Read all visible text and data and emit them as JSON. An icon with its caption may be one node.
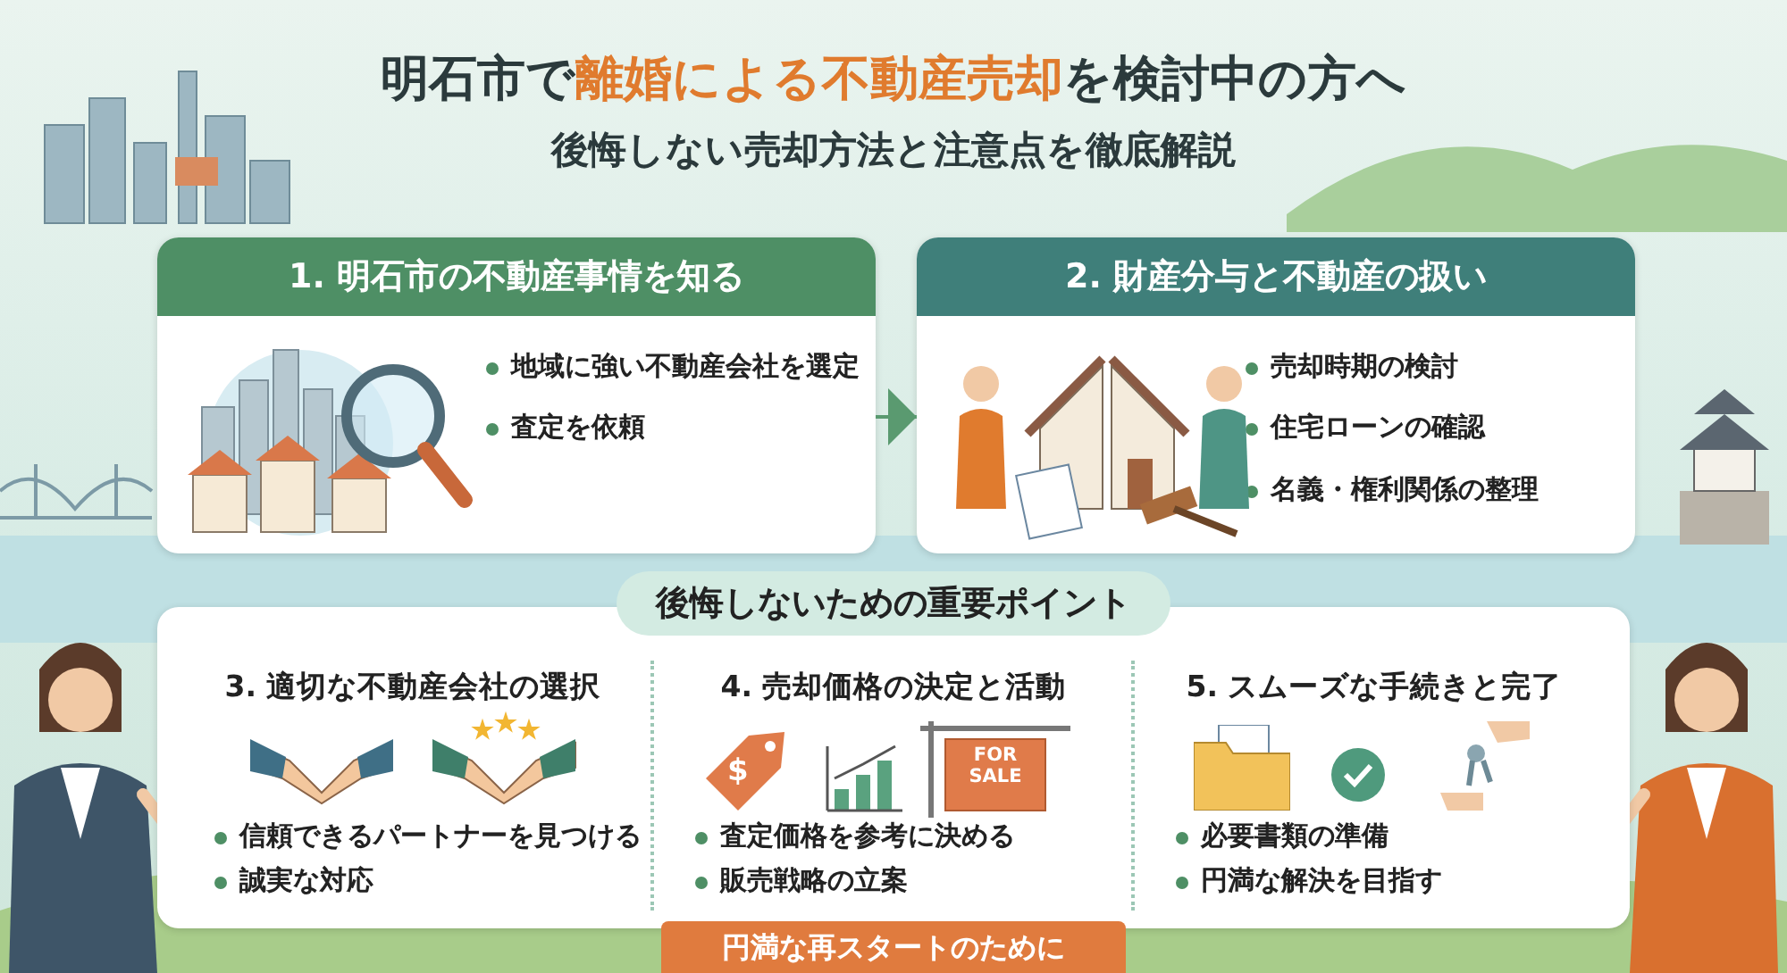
{
  "diagram": {
    "title": "明石市で**離婚による不動産売却**を検討中の方へ",
    "nodes": [
      {
        "text": [
          "1. 明石市の不動産事情を知る",
          "地域に強い不動産会社を選定",
          "査定を依頼"
        ]
      },
      {
        "text": [
          "2. 財産分与と不動産の扱い",
          "売却時期の検討",
          "住宅ローンの確認",
          "名義・権利関係の整理"
        ]
      },
      {
        "text": [
          "後悔しないための重要ポイント"
        ]
      },
      {
        "text": [
          "3. 適切な不動産会社の選択",
          "信頼できるパートナーを見つける",
          "誠実な対応"
        ],
        "in": 2
      },
      {
        "text": [
          "4. 売却価格の決定と活動",
          "査定価格を参考に決める",
          "販売戦略の立案"
        ],
        "in": 2
      },
      {
        "text": [
          "5. スムーズな手続きと完了",
          "必要書類の準備",
          "円満な解決を目指す"
        ],
        "in": 2
      }
    ],
    "edges": [
      {
        "from": 0,
        "to": 1,
        "arrow": "to"
      }
    ],
    "labels": [
      "後悔しない売却方法と注意点を徹底解説",
      "$",
      "FOR SALE",
      "円満な再スタートのために"
    ]
  }
}
